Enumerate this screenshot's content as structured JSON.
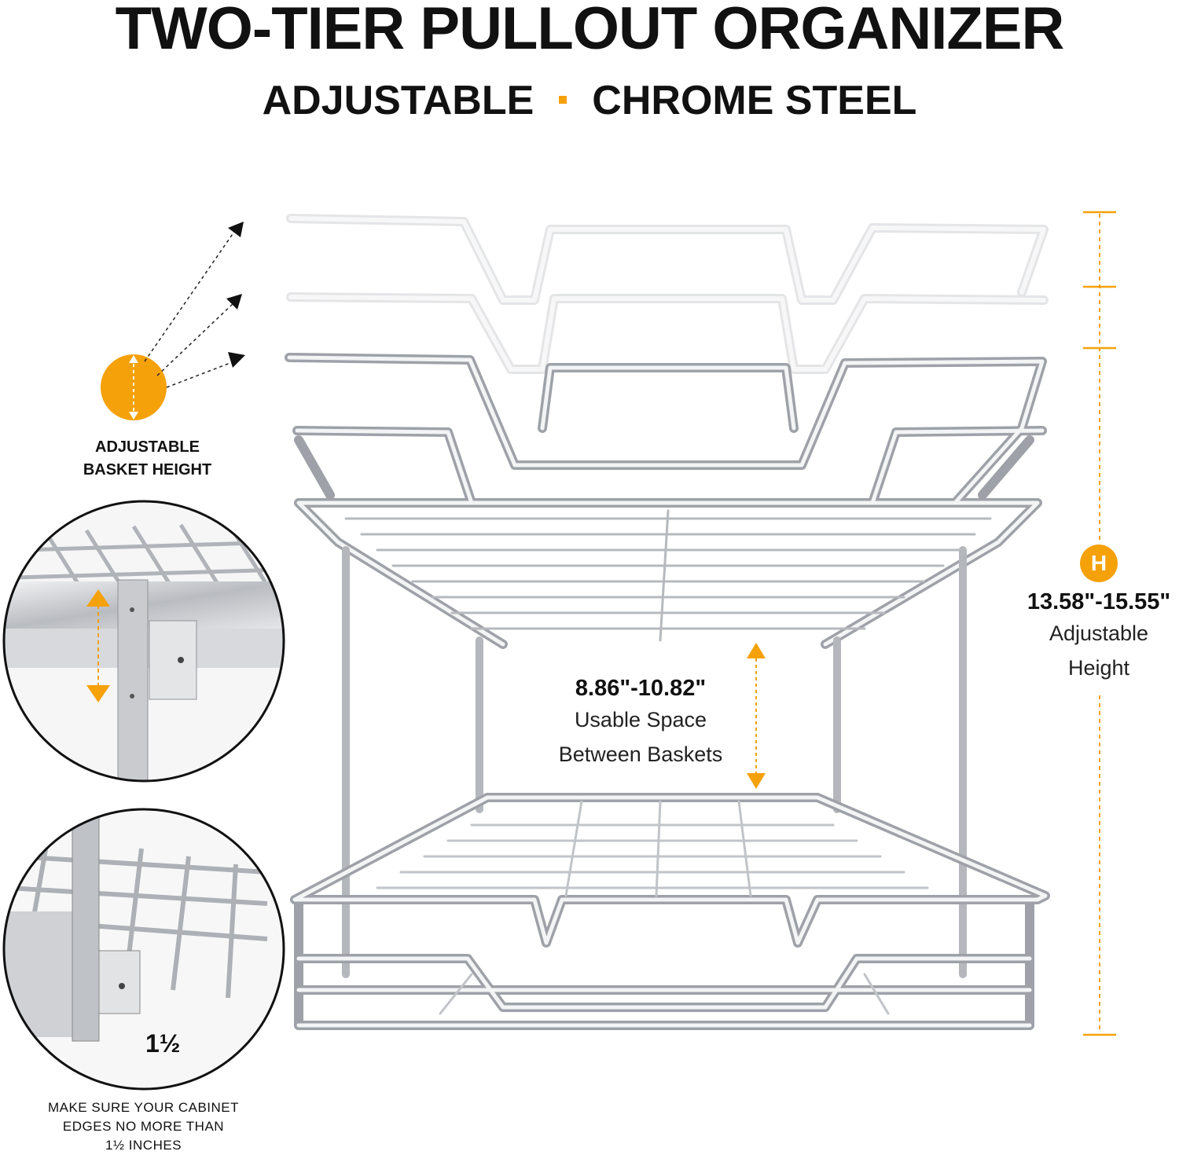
{
  "header": {
    "title": "TWO-TIER PULLOUT ORGANIZER",
    "feature_1": "ADJUSTABLE",
    "feature_2": "CHROME STEEL"
  },
  "adjust_callout": {
    "line_1": "ADJUSTABLE",
    "line_2": "BASKET HEIGHT"
  },
  "inset_fraction": "1½",
  "cabinet_note": {
    "line_1": "MAKE SURE YOUR CABINET",
    "line_2": "EDGES NO MORE THAN",
    "line_3": "1½ INCHES"
  },
  "between_baskets": {
    "range": "8.86\"-10.82\"",
    "line_1": "Usable Space",
    "line_2": "Between Baskets"
  },
  "overall_height": {
    "badge": "H",
    "range": "13.58\"-15.55\"",
    "line_1": "Adjustable",
    "line_2": "Height"
  },
  "colors": {
    "accent": "#f5a10a",
    "chrome": "#a9adb3",
    "text": "#111111"
  },
  "icons": [
    "arrow-up-right-icon",
    "height-badge-icon",
    "double-arrow-icon"
  ]
}
